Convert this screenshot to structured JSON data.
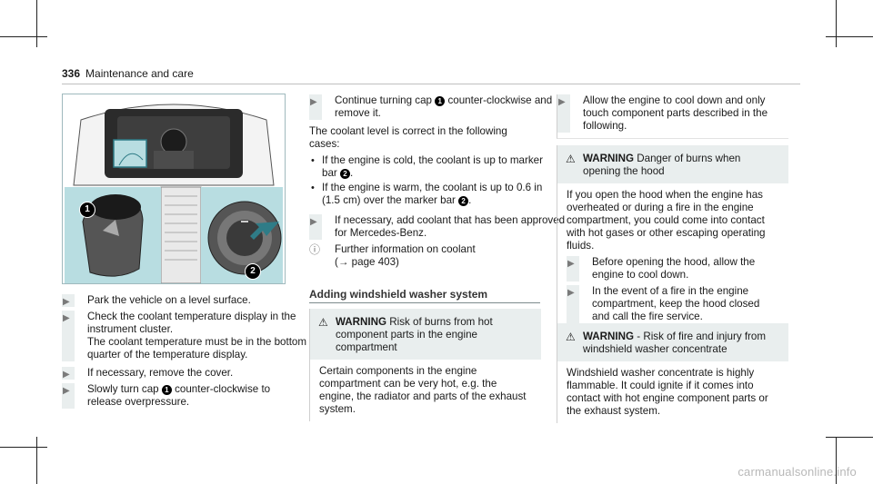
{
  "header": {
    "page_number": "336",
    "title": "Maintenance and care"
  },
  "figure": {
    "callout_1": "1",
    "callout_2": "2"
  },
  "col1": {
    "steps": [
      "Park the vehicle on a level surface.",
      "Check the coolant temperature display in the instrument cluster.",
      "If necessary, remove the cover."
    ],
    "step2_sub": "The coolant temperature must be in the bottom quarter of the temperature display.",
    "step4_a": "Slowly turn cap",
    "step4_b": "counter-clockwise to release overpressure."
  },
  "col2": {
    "step1_a": "Continue turning cap",
    "step1_b": "counter-clockwise and remove it.",
    "intro": "The coolant level is correct in the following cases:",
    "bullet1_a": "If the engine is cold, the coolant is up to marker bar",
    "bullet2_a": "If the engine is warm, the coolant is up to 0.6 in (1.5 cm) over the marker bar",
    "step2": "If necessary, add coolant that has been approved for Mercedes-Benz.",
    "note": "Further information on coolant",
    "note_ref": "(→ page 403)",
    "section_title": "Adding windshield washer system",
    "warning": {
      "label": "WARNING",
      "title": "Risk of burns from hot component parts in the engine compartment",
      "body": "Certain components in the engine compartment can be very hot, e.g. the engine, the radiator and parts of the exhaust system."
    }
  },
  "col3": {
    "step1": "Allow the engine to cool down and only touch component parts described in the following.",
    "warning1": {
      "label": "WARNING",
      "title": "Danger of burns when opening the hood",
      "body": "If you open the hood when the engine has overheated or during a fire in the engine compartment, you could come into contact with hot gases or other escaping operating fluids.",
      "step1": "Before opening the hood, allow the engine to cool down.",
      "step2": "In the event of a fire in the engine compartment, keep the hood closed and call the fire service."
    },
    "warning2": {
      "label": "WARNING",
      "title": "- Risk of fire and injury from windshield washer concentrate",
      "body": "Windshield washer concentrate is highly flammable. It could ignite if it comes into contact with hot engine component parts or the exhaust system."
    }
  },
  "footer": {
    "logo": "carmanualsonline.info"
  }
}
